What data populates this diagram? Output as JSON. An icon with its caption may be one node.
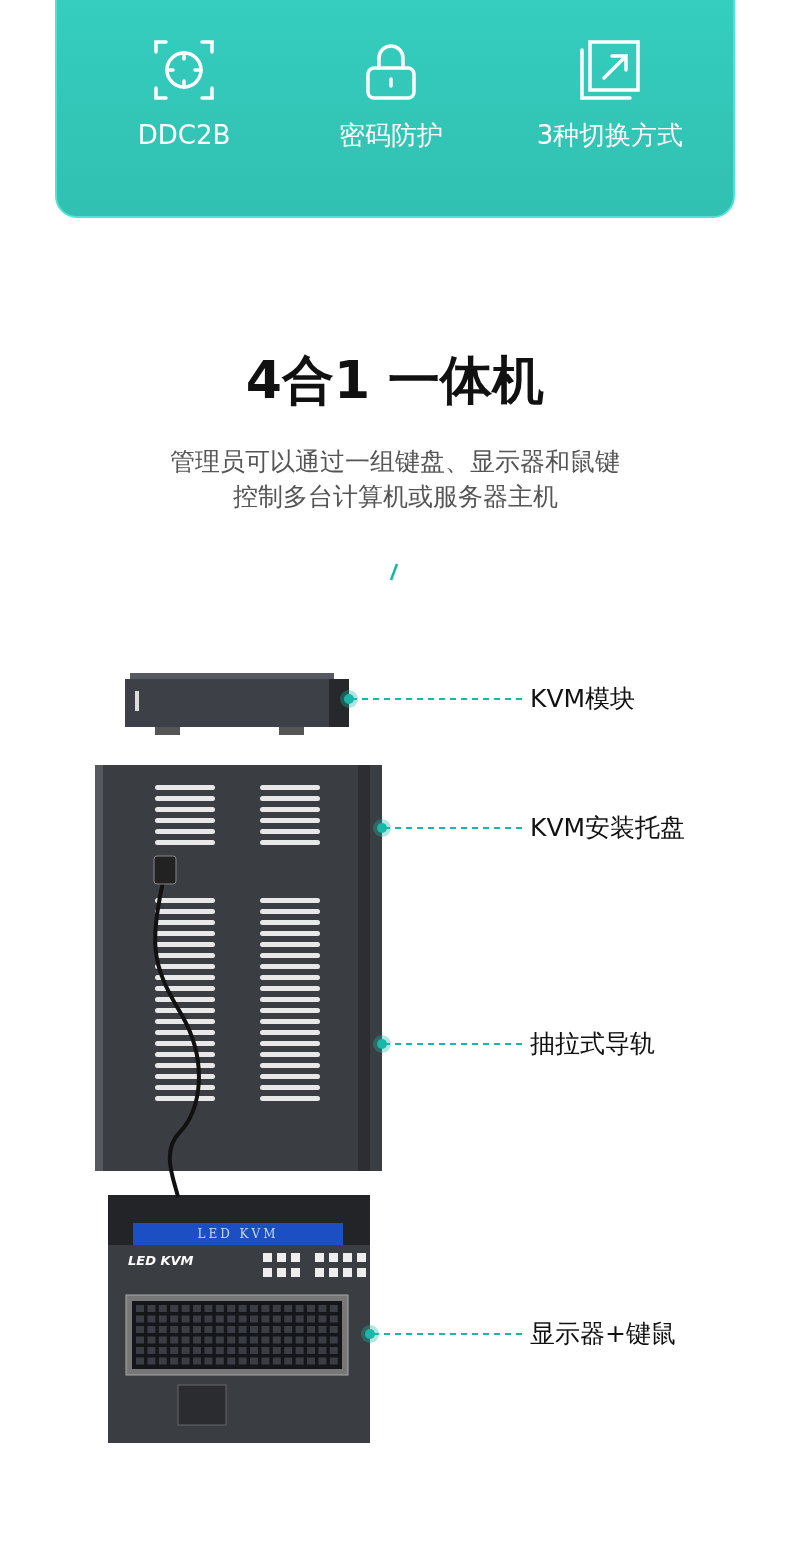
{
  "diagram": {
    "title": "4合1 一体机",
    "nodes": [
      {
        "text": [
          "KVM模块"
        ]
      },
      {
        "text": [
          "KVM安装托盘"
        ]
      },
      {
        "text": [
          "抽拉式导轨"
        ]
      },
      {
        "text": [
          "显示器+键鼠"
        ]
      },
      {
        "text": [],
        "shape": "picture"
      },
      {
        "text": [],
        "shape": "picture"
      },
      {
        "text": [],
        "shape": "picture"
      },
      {
        "text": [],
        "shape": "picture"
      }
    ],
    "edges": [
      {
        "from": 0,
        "to": 4,
        "arrow": "other",
        "style": "dashed"
      },
      {
        "from": 1,
        "to": 5,
        "arrow": "other",
        "style": "dashed"
      },
      {
        "from": 2,
        "to": 6,
        "arrow": "other",
        "style": "dashed"
      },
      {
        "from": 3,
        "to": 7,
        "arrow": "other",
        "style": "dashed"
      }
    ],
    "labels": [
      "DDC2B",
      "密码防护",
      "3种切换方式",
      "管理员可以通过一组键盘、显示器和鼠键控制多台计算机或服务器主机",
      "LED KVM",
      "LED KVM"
    ]
  }
}
